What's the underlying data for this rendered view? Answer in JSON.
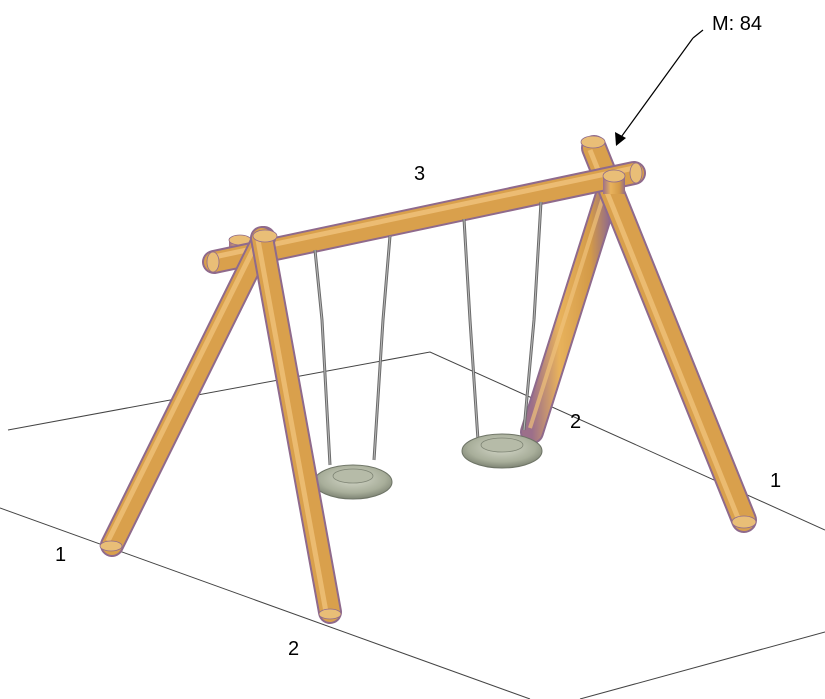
{
  "diagram": {
    "colors": {
      "wood_light": "#E8B25C",
      "wood_mid": "#C98E40",
      "wood_shadow": "#8F6A8C",
      "tyre": "#A8AE9A",
      "tyre_light": "#CED2C2",
      "rope": "#6B6B6B",
      "ground_line": "#444444"
    },
    "callout": {
      "text": "M: 84"
    },
    "labels": {
      "top_beam": "3",
      "front_leg": "1",
      "front_leg_rear": "2",
      "back_leg_inner": "2",
      "back_leg_outer": "1"
    }
  }
}
